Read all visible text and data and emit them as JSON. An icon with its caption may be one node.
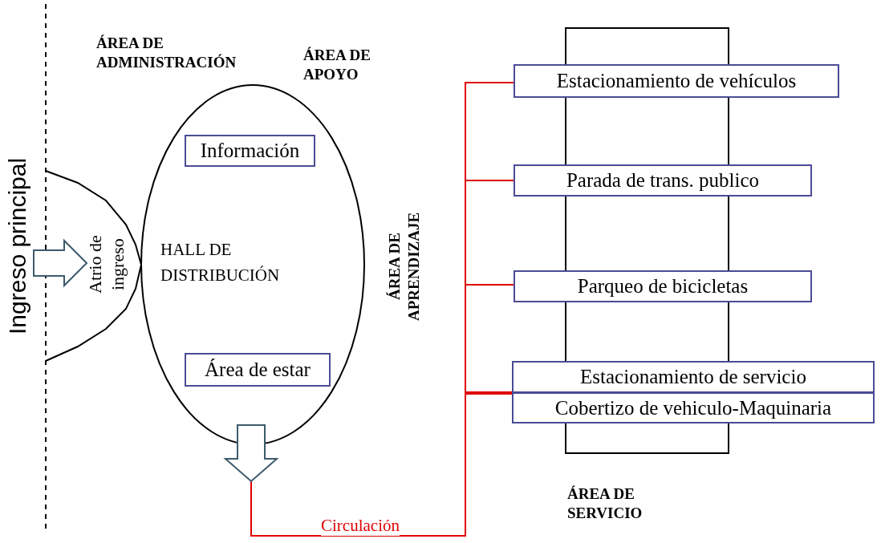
{
  "diagram": {
    "nodes": [
      {
        "text": [
          "HALL DE DISTRIBUCIÓN"
        ]
      },
      {
        "text": [
          "Información"
        ],
        "in": 0
      },
      {
        "text": [
          "Área de estar"
        ],
        "in": 0
      },
      {
        "text": [
          "Atrio de ingreso"
        ]
      },
      {
        "text": [
          "Ingreso principal"
        ]
      },
      {
        "text": [
          "Estacionamiento de vehículos"
        ]
      },
      {
        "text": [
          "Parada de trans. publico"
        ]
      },
      {
        "text": [
          "Parqueo de bicicletas"
        ]
      },
      {
        "text": [
          "Estacionamiento de servicio"
        ]
      },
      {
        "text": [
          "Cobertizo de vehiculo-Maquinaria"
        ]
      }
    ],
    "edges": [
      {
        "from": 4,
        "to": 3,
        "arrow": "to"
      },
      {
        "from": 0,
        "to": null,
        "arrow": "to"
      },
      {
        "from": 0,
        "to": 5,
        "arrow": "none",
        "color": "#e00000",
        "label": "Circulación"
      },
      {
        "from": 0,
        "to": 6,
        "arrow": "none",
        "color": "#e00000"
      },
      {
        "from": 0,
        "to": 7,
        "arrow": "none",
        "color": "#e00000"
      },
      {
        "from": 0,
        "to": 8,
        "arrow": "none",
        "color": "#e00000"
      },
      {
        "from": 0,
        "to": 9,
        "arrow": "none",
        "color": "#e00000"
      }
    ],
    "labels": [
      "ÁREA DE ADMINISTRACIÓN",
      "ÁREA DE APOYO",
      "ÁREA DE APRENDIZAJE",
      "ÁREA DE SERVICIO"
    ]
  }
}
